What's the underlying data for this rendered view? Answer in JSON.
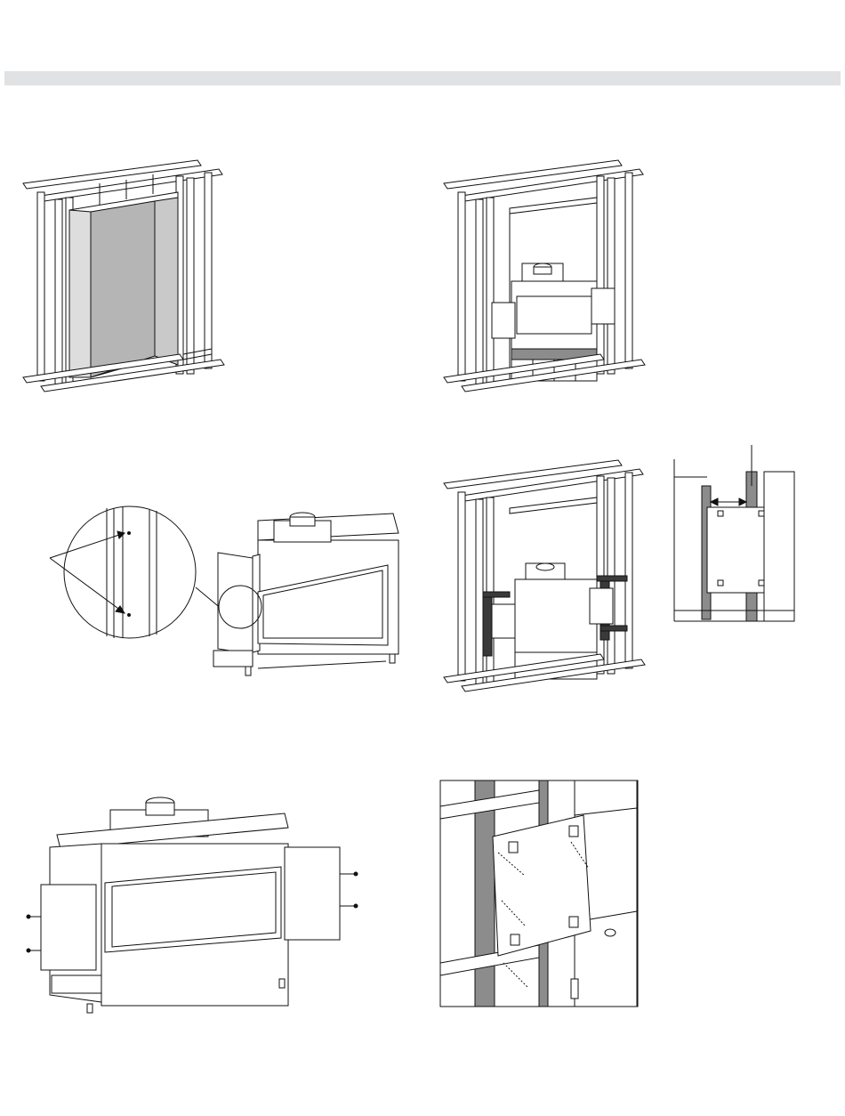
{
  "page": {
    "header_band": "",
    "colors": {
      "band": "#e1e2e4",
      "line": "#111111",
      "fill_grey": "#b5b5b5",
      "dark_strip": "#3a3a3a",
      "mid_grey": "#8c8c8c"
    }
  },
  "figures": [
    {
      "id": "framing-with-drywall-enclosure"
    },
    {
      "id": "framing-with-fireplace-installed"
    },
    {
      "id": "fireplace-detail-callout"
    },
    {
      "id": "framing-with-dark-nailing-strips"
    },
    {
      "id": "side-clearance-detail"
    },
    {
      "id": "fireplace-with-side-brackets-exploded"
    },
    {
      "id": "bracket-screw-attachment-closeup"
    }
  ]
}
